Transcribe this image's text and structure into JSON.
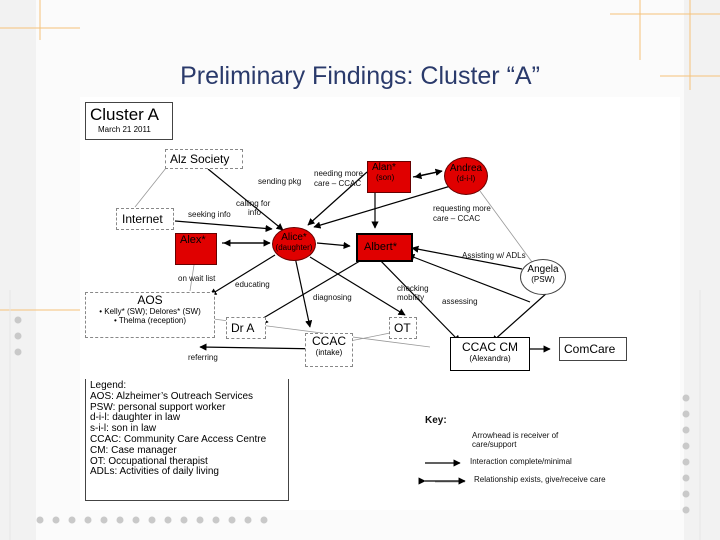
{
  "slide": {
    "title": "Preliminary Findings: Cluster “A”"
  },
  "diagram": {
    "cluster_title": "Cluster A",
    "cluster_date": "March 21 2011",
    "nodes": {
      "alz_society": "Alz Society",
      "internet": "Internet",
      "alan": "Alan*",
      "alan_role": "(son)",
      "andrea": "Andrea",
      "andrea_role": "(d-i-l)",
      "alex": "Alex*",
      "alice": "Alice*",
      "alice_role": "(daughter)",
      "albert": "Albert*",
      "angela": "Angela",
      "angela_role": "(PSW)",
      "aos": "AOS",
      "aos_line1": "• Kelly* (SW); Delores* (SW)",
      "aos_line2": "• Thelma (reception)",
      "dr_a": "Dr A",
      "ot": "OT",
      "ccac": "CCAC",
      "ccac_role": "(intake)",
      "ccac_cm": "CCAC CM",
      "ccac_cm_role": "(Alexandra)",
      "comcare": "ComCare"
    },
    "edge_labels": {
      "sending_pkg": "sending pkg",
      "needing_more_1": "needing more",
      "needing_more_2": "care – CCAC",
      "requesting_more_1": "requesting more",
      "requesting_more_2": "care – CCAC",
      "calling_for_1": "calling for",
      "calling_for_2": "info",
      "seeking_info": "seeking info",
      "assisting": "Assisting w/ ADLs",
      "on_wait_list": "on wait list",
      "educating": "educating",
      "diagnosing": "diagnosing",
      "checking_1": "checking",
      "checking_2": "mobility",
      "assessing": "assessing",
      "referring": "referring"
    },
    "legend": {
      "heading": "Legend:",
      "items": [
        "AOS: Alzheimer’s Outreach Services",
        "PSW: personal support worker",
        "d-i-l: daughter in law",
        "s-i-l: son in law",
        "CCAC: Community Care Access Centre",
        "CM: Case manager",
        "OT: Occupational therapist",
        "ADLs: Activities of daily living"
      ]
    },
    "key": {
      "heading": "Key:",
      "items": [
        "Arrowhead is receiver of care/support",
        "Interaction complete/minimal",
        "Relationship exists, give/receive care"
      ]
    }
  },
  "colors": {
    "title": "#2a3a6b",
    "node_red": "#e00000",
    "decor_grey": "#c9c9c9",
    "decor_orange": "#f5c27a"
  }
}
